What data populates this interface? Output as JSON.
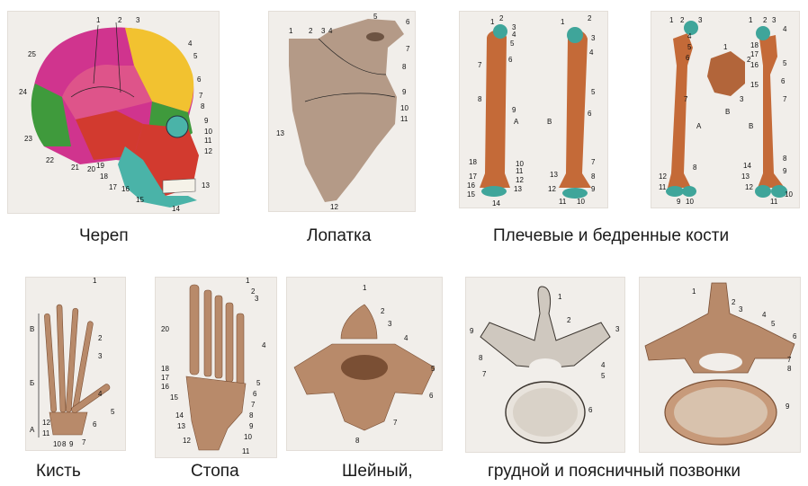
{
  "captions": {
    "skull": "Череп",
    "scapula": "Лопатка",
    "long_bones": "Плечевые и бедренные кости",
    "hand": "Кисть",
    "foot": "Стопа",
    "cervical": "Шейный,",
    "thoracic_lumbar": "грудной и поясничный позвонки"
  },
  "panel_labels": {
    "humerus_a": "A",
    "humerus_b": "B",
    "femur_a": "A",
    "femur_b": "B",
    "patella": "B"
  },
  "colors": {
    "bone": "#b88a6a",
    "bone_dark": "#7a4f34",
    "cartilage": "#3fa59a",
    "panel_bg": "#f1eeea",
    "skull_yellow": "#f2c230",
    "skull_magenta": "#d0348e",
    "skull_green": "#3f9a3c",
    "skull_red": "#d23a2f",
    "skull_teal": "#4ab3a8"
  }
}
